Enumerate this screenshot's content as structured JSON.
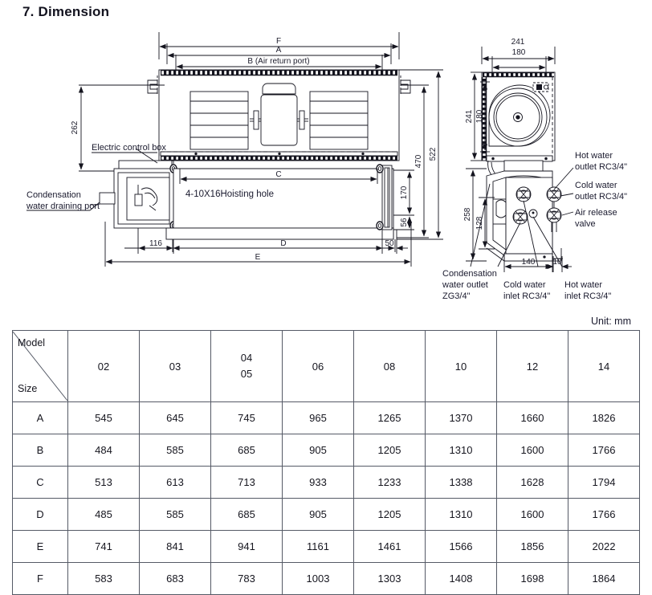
{
  "page": {
    "title": "7. Dimension",
    "unit_label": "Unit: mm"
  },
  "drawing": {
    "front_view": {
      "horizontal_dims": [
        {
          "name": "F",
          "label": "F"
        },
        {
          "name": "A",
          "label": "A"
        },
        {
          "name": "B",
          "label": "B (Air return port)"
        },
        {
          "name": "C",
          "label": "C"
        },
        {
          "name": "D",
          "label": "D"
        },
        {
          "name": "E",
          "label": "E"
        }
      ],
      "numeric_dims": [
        {
          "name": "height-262",
          "label": "262"
        },
        {
          "name": "width-116",
          "label": "116"
        },
        {
          "name": "offset-50",
          "label": "50"
        },
        {
          "name": "height-522",
          "label": "522"
        },
        {
          "name": "height-470",
          "label": "470"
        },
        {
          "name": "height-170",
          "label": "170"
        },
        {
          "name": "height-56",
          "label": "56"
        }
      ],
      "callouts": [
        {
          "name": "electric-control-box",
          "label": "Electric control box"
        },
        {
          "name": "condensation-water-draining-port",
          "line1": "Condensation",
          "line2": "water draining port"
        },
        {
          "name": "hoisting-hole",
          "label": "4-10X16Hoisting hole"
        }
      ]
    },
    "side_view": {
      "numeric_dims": [
        {
          "name": "width-241",
          "label": "241"
        },
        {
          "name": "width-180",
          "label": "180"
        },
        {
          "name": "height-241",
          "label": "241"
        },
        {
          "name": "height-180",
          "label": "180"
        },
        {
          "name": "height-258",
          "label": "258"
        },
        {
          "name": "height-128",
          "label": "128"
        },
        {
          "name": "width-140",
          "label": "140"
        },
        {
          "name": "width-10",
          "label": "10"
        }
      ],
      "callouts": [
        {
          "name": "hot-water-outlet",
          "line1": "Hot water",
          "line2": "outlet RC3/4\""
        },
        {
          "name": "cold-water-outlet",
          "line1": "Cold water",
          "line2": "outlet RC3/4\""
        },
        {
          "name": "air-release-valve",
          "line1": "Air release",
          "line2": "valve"
        },
        {
          "name": "condensation-water-outlet",
          "line1": "Condensation",
          "line2": "water outlet",
          "line3": "ZG3/4\""
        },
        {
          "name": "cold-water-inlet",
          "line1": "Cold water",
          "line2": "inlet RC3/4\""
        },
        {
          "name": "hot-water-inlet",
          "line1": "Hot water",
          "line2": "inlet RC3/4\""
        }
      ]
    }
  },
  "table": {
    "corner": {
      "model": "Model",
      "size": "Size"
    },
    "columns": [
      "02",
      "03",
      "04\n05",
      "06",
      "08",
      "10",
      "12",
      "14"
    ],
    "columns_display": [
      {
        "name": "col-02",
        "line1": "02",
        "line2": ""
      },
      {
        "name": "col-03",
        "line1": "03",
        "line2": ""
      },
      {
        "name": "col-04-05",
        "line1": "04",
        "line2": "05"
      },
      {
        "name": "col-06",
        "line1": "06",
        "line2": ""
      },
      {
        "name": "col-08",
        "line1": "08",
        "line2": ""
      },
      {
        "name": "col-10",
        "line1": "10",
        "line2": ""
      },
      {
        "name": "col-12",
        "line1": "12",
        "line2": ""
      },
      {
        "name": "col-14",
        "line1": "14",
        "line2": ""
      }
    ],
    "rows": [
      {
        "size": "A",
        "values": [
          "545",
          "645",
          "745",
          "965",
          "1265",
          "1370",
          "1660",
          "1826"
        ]
      },
      {
        "size": "B",
        "values": [
          "484",
          "585",
          "685",
          "905",
          "1205",
          "1310",
          "1600",
          "1766"
        ]
      },
      {
        "size": "C",
        "values": [
          "513",
          "613",
          "713",
          "933",
          "1233",
          "1338",
          "1628",
          "1794"
        ]
      },
      {
        "size": "D",
        "values": [
          "485",
          "585",
          "685",
          "905",
          "1205",
          "1310",
          "1600",
          "1766"
        ]
      },
      {
        "size": "E",
        "values": [
          "741",
          "841",
          "941",
          "1161",
          "1461",
          "1566",
          "1856",
          "2022"
        ]
      },
      {
        "size": "F",
        "values": [
          "583",
          "683",
          "783",
          "1003",
          "1303",
          "1408",
          "1698",
          "1864"
        ]
      }
    ]
  },
  "chart_data": {
    "type": "table",
    "title": "7. Dimension",
    "unit": "mm",
    "categories": [
      "02",
      "03",
      "04/05",
      "06",
      "08",
      "10",
      "12",
      "14"
    ],
    "series": [
      {
        "name": "A",
        "values": [
          545,
          645,
          745,
          965,
          1265,
          1370,
          1660,
          1826
        ]
      },
      {
        "name": "B",
        "values": [
          484,
          585,
          685,
          905,
          1205,
          1310,
          1600,
          1766
        ]
      },
      {
        "name": "C",
        "values": [
          513,
          613,
          713,
          933,
          1233,
          1338,
          1628,
          1794
        ]
      },
      {
        "name": "D",
        "values": [
          485,
          585,
          685,
          905,
          1205,
          1310,
          1600,
          1766
        ]
      },
      {
        "name": "E",
        "values": [
          741,
          841,
          941,
          1161,
          1461,
          1566,
          1856,
          2022
        ]
      },
      {
        "name": "F",
        "values": [
          583,
          683,
          783,
          1003,
          1303,
          1408,
          1698,
          1864
        ]
      }
    ],
    "xlabel": "Model",
    "ylabel": "Size"
  },
  "colors": {
    "line": "#15151f",
    "table_border": "#555a66",
    "text": "#1a1a2e"
  }
}
